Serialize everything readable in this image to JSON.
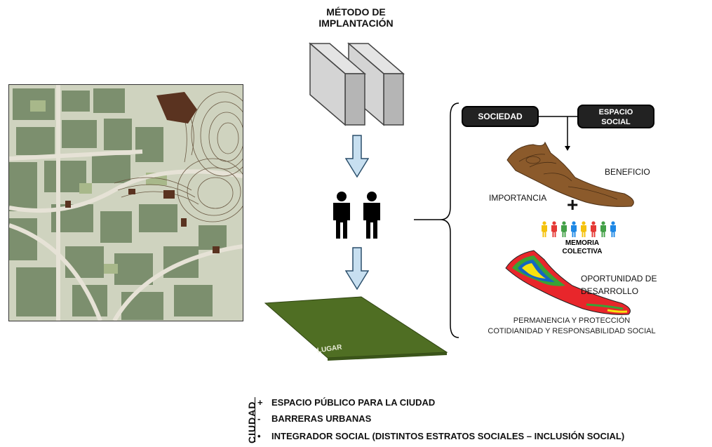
{
  "title_line1": "MÉTODO DE",
  "title_line2": "IMPLANTACIÓN",
  "lugar_label": "LUGAR",
  "pills": {
    "sociedad": "SOCIEDAD",
    "espacio_line1": "ESPACIO",
    "espacio_line2": "SOCIAL"
  },
  "labels": {
    "beneficio": "BENEFICIO",
    "importancia": "IMPORTANCIA",
    "memoria_line1": "MEMORIA",
    "memoria_line2": "COLECTIVA",
    "oportunidad_line1": "OPORTUNIDAD DE",
    "oportunidad_line2": "DESARROLLO",
    "permanencia": "PERMANENCIA Y PROTECCIÓN",
    "cotidianidad": "COTIDIANIDAD Y RESPONSABILIDAD SOCIAL"
  },
  "legend": {
    "vertical": "CIUDAD",
    "items": [
      {
        "symbol": "+",
        "text": "ESPACIO PÚBLICO PARA LA CIUDAD"
      },
      {
        "symbol": "-",
        "text": "BARRERAS URBANAS"
      },
      {
        "symbol": "•",
        "text": "INTEGRADOR SOCIAL (DISTINTOS ESTRATOS SOCIALES – INCLUSIÓN SOCIAL)"
      }
    ]
  },
  "colors": {
    "block_face": "#c9c9c9",
    "arrow_fill": "#c7dff0",
    "ground": "#4f6e23",
    "terrain_brown": "#8b5a2b",
    "pill_bg": "#222222"
  },
  "people_colors": [
    "#f4c20d",
    "#e53935",
    "#43a047",
    "#1e88e5",
    "#f4c20d",
    "#e53935",
    "#43a047",
    "#1e88e5"
  ]
}
